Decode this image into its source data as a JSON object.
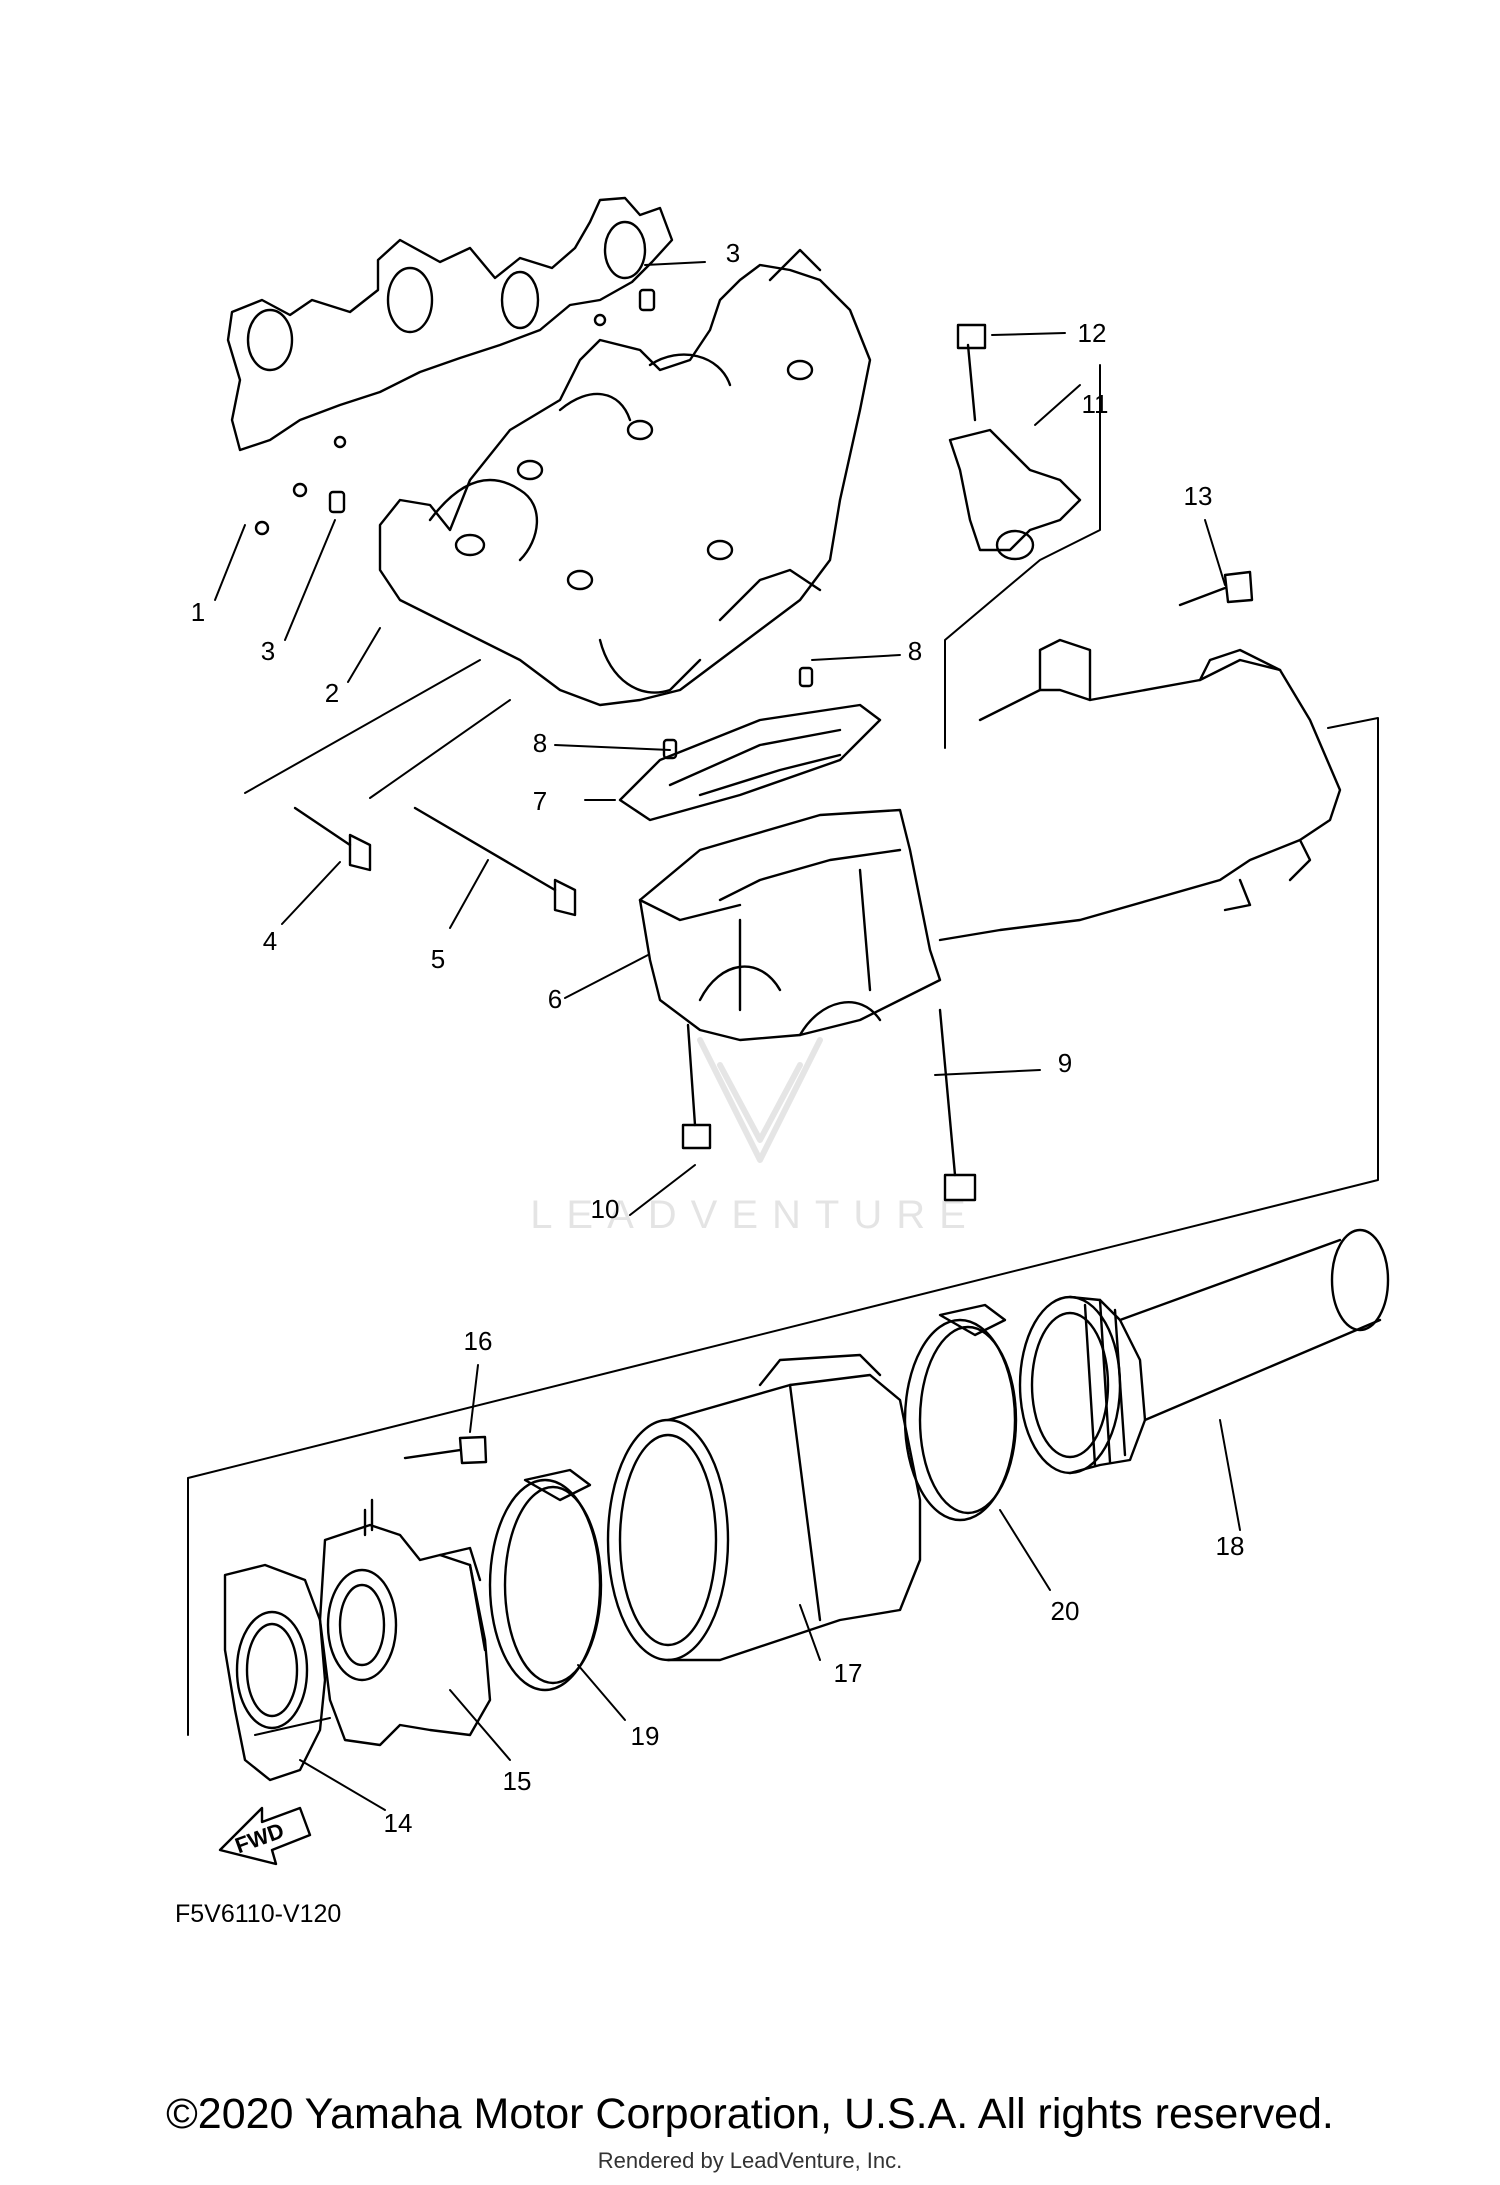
{
  "diagram": {
    "part_numbers": [
      "1",
      "2",
      "3",
      "3",
      "4",
      "5",
      "6",
      "7",
      "8",
      "8",
      "9",
      "10",
      "11",
      "12",
      "13",
      "14",
      "15",
      "16",
      "17",
      "18",
      "19",
      "20"
    ],
    "diagram_code": "F5V6110-V120",
    "fwd_label": "FWD",
    "watermark": "LEADVENTURE"
  },
  "footer": {
    "copyright": "©2020 Yamaha Motor Corporation, U.S.A. All rights reserved.",
    "rendered_by": "Rendered by LeadVenture, Inc."
  }
}
